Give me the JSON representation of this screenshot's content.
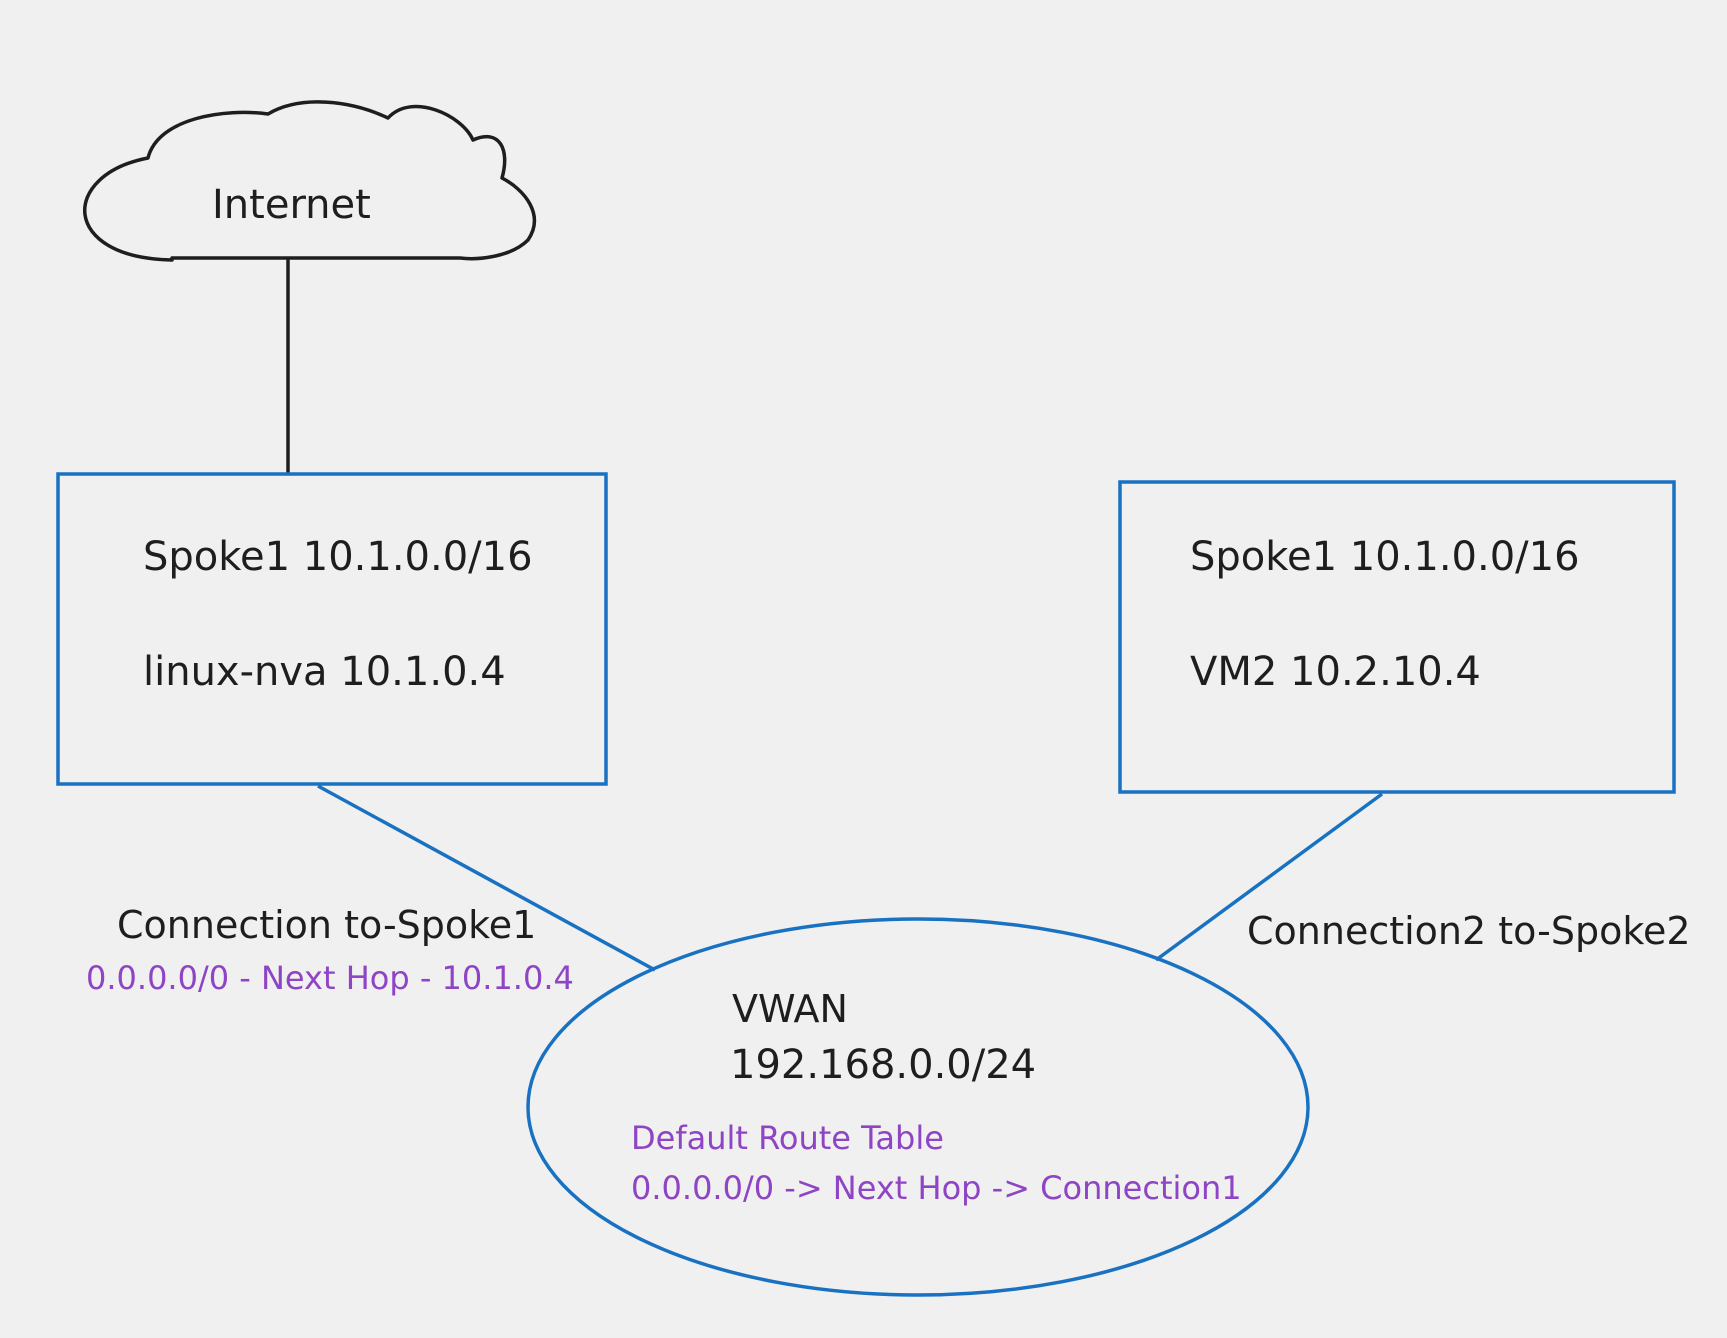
{
  "colors": {
    "background": "#f0f0f0",
    "stroke_dark": "#1e1e1e",
    "stroke_blue": "#1971c2",
    "text_dark": "#1e1e1e",
    "text_purple": "#8e44c4"
  },
  "cloud": {
    "icon": "cloud-icon",
    "label": "Internet"
  },
  "spoke_left": {
    "title": "Spoke1 10.1.0.0/16",
    "host": "linux-nva 10.1.0.4"
  },
  "spoke_right": {
    "title": "Spoke1 10.1.0.0/16",
    "host": "VM2 10.2.10.4"
  },
  "connection_left": {
    "label": "Connection to-Spoke1",
    "route": "0.0.0.0/0 - Next Hop - 10.1.0.4"
  },
  "connection_right": {
    "label": "Connection2 to-Spoke2"
  },
  "vwan": {
    "name": "VWAN",
    "cidr": "192.168.0.0/24",
    "route_table_title": "Default Route Table",
    "route_table_entry": "0.0.0.0/0 -> Next Hop -> Connection1"
  }
}
